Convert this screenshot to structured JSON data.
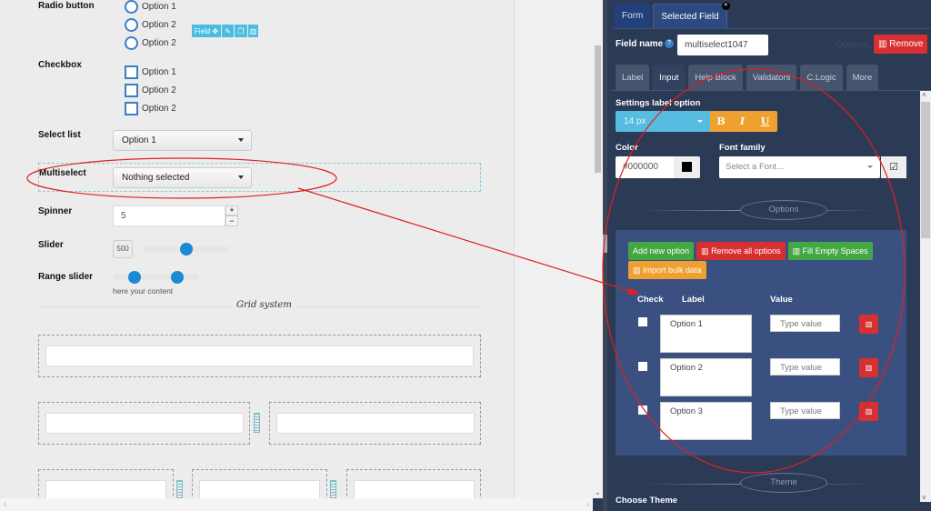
{
  "left": {
    "radio_label": "Radio button",
    "radio_options": [
      "Option 1",
      "Option 2",
      "Option 2"
    ],
    "field_toolbar": {
      "label": "Field"
    },
    "checkbox_label": "Checkbox",
    "checkbox_options": [
      "Option 1",
      "Option 2",
      "Option 2"
    ],
    "select_label": "Select list",
    "select_value": "Option 1",
    "multiselect_label": "Multiselect",
    "multiselect_value": "Nothing selected",
    "spinner_label": "Spinner",
    "spinner_value": "5",
    "spinner_plus": "+",
    "spinner_minus": "−",
    "slider_label": "Slider",
    "slider_value": "500",
    "slider_fraction": 0.5,
    "range_label": "Range slider",
    "range_help": "here your content",
    "grid_title": "Grid system"
  },
  "right": {
    "tabs": [
      "Form",
      "Selected Field"
    ],
    "field_name_label": "Field name",
    "field_name_value": "multiselect1047",
    "options_label": "Options:",
    "remove_label": "Remove",
    "subtabs": [
      "Label",
      "Input",
      "Help Block",
      "Validators",
      "C.Logic",
      "More"
    ],
    "settings_label": "Settings label option",
    "font_size": "14 px",
    "bold": "B",
    "italic": "I",
    "underline": "U",
    "color_label": "Color",
    "color_value": "#000000",
    "font_family_label": "Font family",
    "font_family_placeholder": "Select a Font...",
    "options_divider": "Options",
    "buttons": {
      "add": "Add new option",
      "remove_all": "Remove all options",
      "fill": "Fill Empty Spaces",
      "import": "Import bulk data"
    },
    "columns": {
      "check": "Check",
      "label": "Label",
      "value": "Value"
    },
    "rows": [
      {
        "label": "Option 1",
        "placeholder": "Type value"
      },
      {
        "label": "Option 2",
        "placeholder": "Type value"
      },
      {
        "label": "Option 3",
        "placeholder": "Type value"
      }
    ],
    "theme_divider": "Theme",
    "choose_theme": "Choose Theme"
  },
  "colors": {
    "panel": "#2b3a55",
    "accent": "#4bbde0",
    "danger": "#d73030",
    "success": "#43a843",
    "warning": "#f0a030",
    "annotation": "#e02020"
  }
}
